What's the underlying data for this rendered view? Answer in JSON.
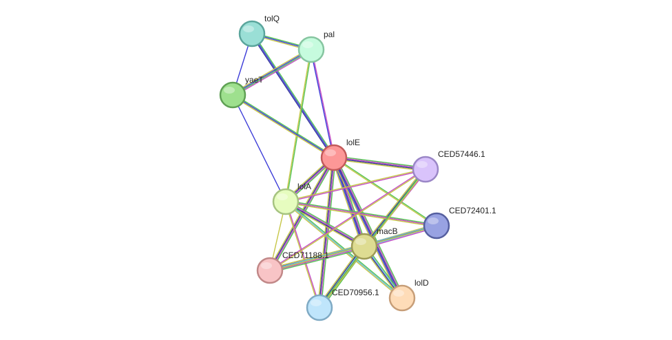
{
  "nodes": [
    {
      "id": "tolQ",
      "label": "tolQ",
      "fill": "#9adfd6",
      "stroke": "#5aa59c"
    },
    {
      "id": "pal",
      "label": "pal",
      "fill": "#c6fbde",
      "stroke": "#86c5a0"
    },
    {
      "id": "yaeT",
      "label": "yaeT",
      "fill": "#9ee08e",
      "stroke": "#5fa054"
    },
    {
      "id": "lolE",
      "label": "lolE",
      "fill": "#fc9797",
      "stroke": "#c25a5a"
    },
    {
      "id": "CED57446.1",
      "label": "CED57446.1",
      "fill": "#d9c3fb",
      "stroke": "#9a86c6"
    },
    {
      "id": "lolA",
      "label": "lolA",
      "fill": "#e6fcbf",
      "stroke": "#a6c380"
    },
    {
      "id": "CED72401.1",
      "label": "CED72401.1",
      "fill": "#98a2e2",
      "stroke": "#555f9f"
    },
    {
      "id": "macB",
      "label": "macB",
      "fill": "#dedc92",
      "stroke": "#9d9a55"
    },
    {
      "id": "CED71188.1",
      "label": "CED71188.1",
      "fill": "#f8c4c6",
      "stroke": "#c18888"
    },
    {
      "id": "CED70956.1",
      "label": "CED70956.1",
      "fill": "#bfe5fb",
      "stroke": "#7faac4"
    },
    {
      "id": "lolD",
      "label": "lolD",
      "fill": "#fedcb8",
      "stroke": "#c79e78"
    }
  ],
  "edges": [
    {
      "a": "tolQ",
      "b": "pal",
      "colors": [
        "#54c454",
        "#3b3bd8",
        "#c6c646"
      ]
    },
    {
      "a": "tolQ",
      "b": "yaeT",
      "colors": [
        "#3b3bd8"
      ]
    },
    {
      "a": "tolQ",
      "b": "lolE",
      "colors": [
        "#54c454",
        "#3b3bd8",
        "#333399"
      ]
    },
    {
      "a": "pal",
      "b": "yaeT",
      "colors": [
        "#c44cc4",
        "#54c454",
        "#3b3bd8",
        "#c6c646"
      ]
    },
    {
      "a": "pal",
      "b": "lolE",
      "colors": [
        "#c44cc4",
        "#3b3bd8"
      ]
    },
    {
      "a": "pal",
      "b": "lolA",
      "colors": [
        "#54c454",
        "#c6c646"
      ]
    },
    {
      "a": "yaeT",
      "b": "lolE",
      "colors": [
        "#54c454",
        "#3b3bd8",
        "#c6c646"
      ]
    },
    {
      "a": "yaeT",
      "b": "lolA",
      "colors": [
        "#3b3bd8"
      ]
    },
    {
      "a": "lolE",
      "b": "CED57446.1",
      "colors": [
        "#54c454",
        "#c44cc4",
        "#333399",
        "#c6c646"
      ]
    },
    {
      "a": "lolE",
      "b": "lolA",
      "colors": [
        "#54c454",
        "#c44cc4",
        "#333399",
        "#c6c646"
      ]
    },
    {
      "a": "lolE",
      "b": "CED72401.1",
      "colors": [
        "#54c454",
        "#c6c646"
      ]
    },
    {
      "a": "lolE",
      "b": "macB",
      "colors": [
        "#54c454",
        "#c44cc4",
        "#333399",
        "#3b3bd8",
        "#c6c646"
      ]
    },
    {
      "a": "lolE",
      "b": "CED71188.1",
      "colors": [
        "#54c454",
        "#c44cc4",
        "#333399",
        "#c6c646"
      ]
    },
    {
      "a": "lolE",
      "b": "CED70956.1",
      "colors": [
        "#54c454",
        "#c44cc4",
        "#333399",
        "#c6c646"
      ]
    },
    {
      "a": "lolE",
      "b": "lolD",
      "colors": [
        "#54c454",
        "#c44cc4",
        "#333399",
        "#3b3bd8",
        "#c6c646"
      ]
    },
    {
      "a": "CED57446.1",
      "b": "lolA",
      "colors": [
        "#c44cc4",
        "#c6c646"
      ]
    },
    {
      "a": "CED57446.1",
      "b": "macB",
      "colors": [
        "#c44cc4",
        "#6fb8d8",
        "#333399",
        "#c6c646"
      ]
    },
    {
      "a": "lolA",
      "b": "CED72401.1",
      "colors": [
        "#54c454",
        "#c44cc4",
        "#c6c646"
      ]
    },
    {
      "a": "lolA",
      "b": "macB",
      "colors": [
        "#54c454",
        "#c44cc4",
        "#333399",
        "#c6c646"
      ]
    },
    {
      "a": "lolA",
      "b": "CED71188.1",
      "colors": [
        "#c6c646"
      ]
    },
    {
      "a": "lolA",
      "b": "CED70956.1",
      "colors": [
        "#c44cc4",
        "#c6c646"
      ]
    },
    {
      "a": "lolA",
      "b": "lolD",
      "colors": [
        "#54c454",
        "#6fb8d8",
        "#c6c646"
      ]
    },
    {
      "a": "CED72401.1",
      "b": "macB",
      "colors": [
        "#c44cc4",
        "#6fb8d8",
        "#333399",
        "#c6c646"
      ]
    },
    {
      "a": "macB",
      "b": "CED71188.1",
      "colors": [
        "#54c454",
        "#c44cc4",
        "#6fb8d8",
        "#333399",
        "#c6c646"
      ]
    },
    {
      "a": "macB",
      "b": "CED70956.1",
      "colors": [
        "#54c454",
        "#c44cc4",
        "#6fb8d8",
        "#333399",
        "#c6c646"
      ]
    },
    {
      "a": "macB",
      "b": "lolD",
      "colors": [
        "#54c454",
        "#6fb8d8",
        "#333399",
        "#c6c646"
      ]
    },
    {
      "a": "CED71188.1",
      "b": "CED57446.1",
      "colors": [
        "#c44cc4",
        "#c6c646"
      ]
    },
    {
      "a": "CED71188.1",
      "b": "CED72401.1",
      "colors": [
        "#6fb8d8",
        "#c6c646"
      ]
    },
    {
      "a": "CED70956.1",
      "b": "CED57446.1",
      "colors": [
        "#54c454",
        "#c6c646"
      ]
    }
  ]
}
